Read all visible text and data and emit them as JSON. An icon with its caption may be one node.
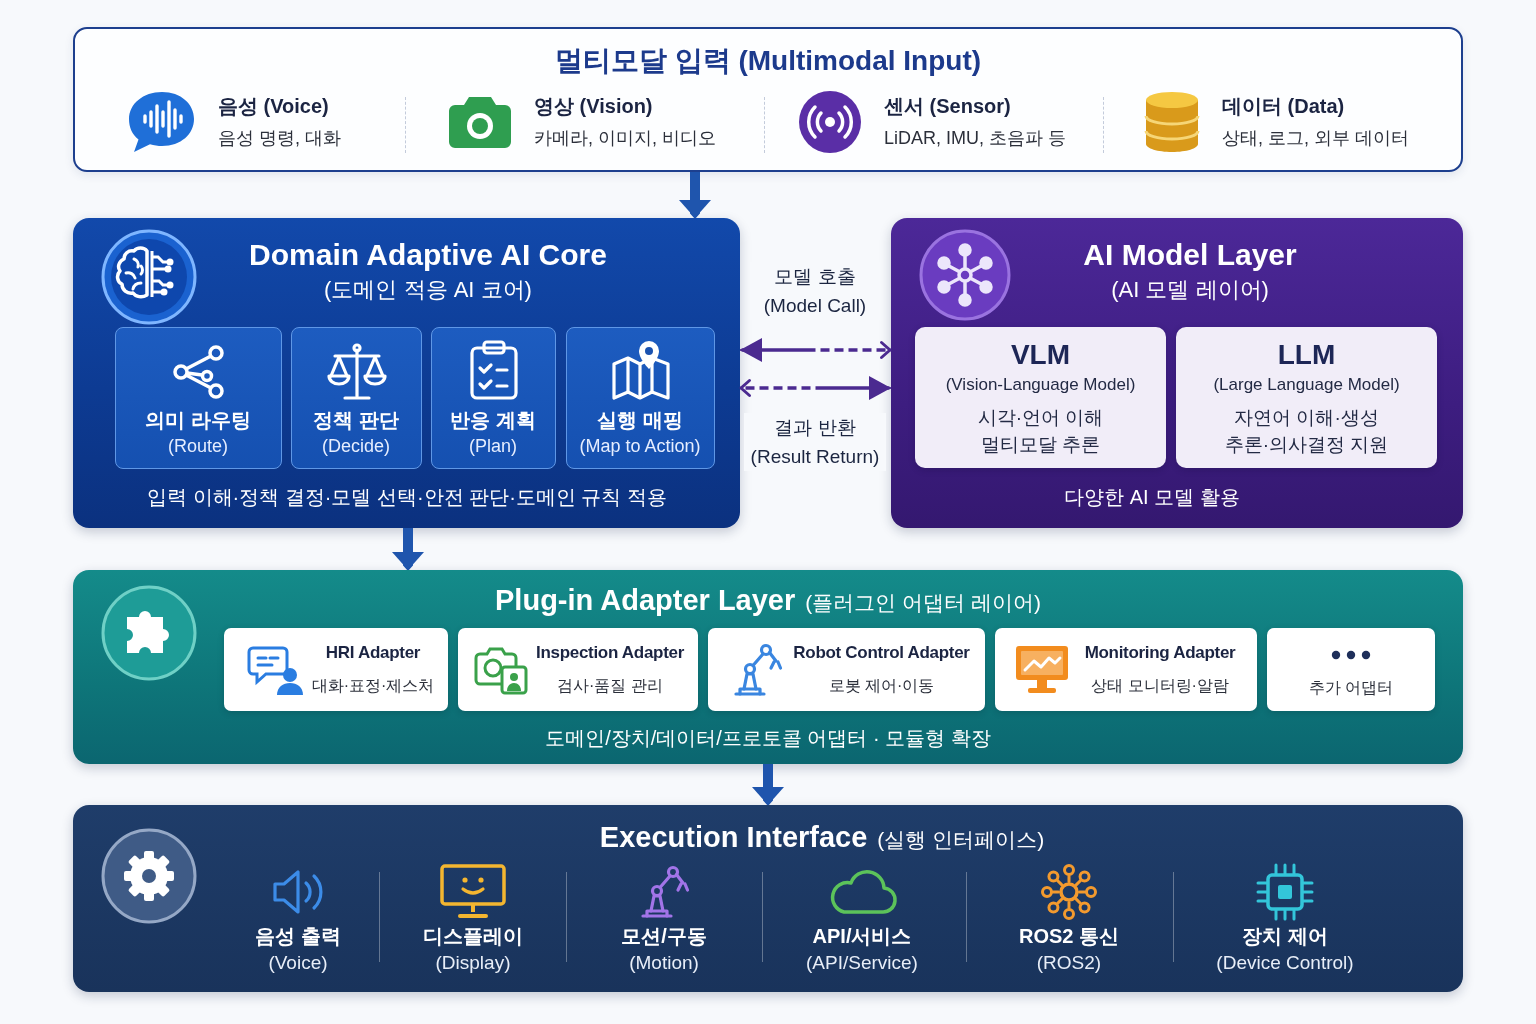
{
  "diagram": {
    "nodes": [
      {
        "text": [
          "멀티모달 입력 (Multimodal Input)"
        ]
      },
      {
        "text": [
          "음성 (Voice)",
          "음성 명령, 대화"
        ],
        "in": 0
      },
      {
        "text": [
          "영상 (Vision)",
          "카메라, 이미지, 비디오"
        ],
        "in": 0
      },
      {
        "text": [
          "센서 (Sensor)",
          "LiDAR, IMU, 초음파 등"
        ],
        "in": 0
      },
      {
        "text": [
          "데이터 (Data)",
          "상태, 로그, 외부 데이터"
        ],
        "in": 0
      },
      {
        "text": [
          "Domain Adaptive AI Core",
          "(도메인 적응 AI 코어)",
          "입력 이해·정책 결정·모델 선택·안전 판단·도메인 규칙 적용"
        ]
      },
      {
        "text": [
          "의미 라우팅",
          "(Route)"
        ],
        "in": 5
      },
      {
        "text": [
          "정책 판단",
          "(Decide)"
        ],
        "in": 5
      },
      {
        "text": [
          "반응 계획",
          "(Plan)"
        ],
        "in": 5
      },
      {
        "text": [
          "실행 매핑",
          "(Map to Action)"
        ],
        "in": 5
      },
      {
        "text": [
          "AI Model Layer",
          "(AI 모델 레이어)",
          "다양한 AI 모델 활용"
        ]
      },
      {
        "text": [
          "VLM",
          "(Vision-Language Model)",
          "시각·언어 이해",
          "멀티모달 추론"
        ],
        "in": 10
      },
      {
        "text": [
          "LLM",
          "(Large Language Model)",
          "자연어 이해·생성",
          "추론·의사결정 지원"
        ],
        "in": 10
      },
      {
        "text": [
          "Plug-in Adapter Layer",
          "(플러그인 어댑터 레이어)",
          "도메인/장치/데이터/프로토콜 어댑터 · 모듈형 확장"
        ]
      },
      {
        "text": [
          "HRI Adapter",
          "대화·표정·제스처"
        ],
        "in": 13
      },
      {
        "text": [
          "Inspection Adapter",
          "검사·품질 관리"
        ],
        "in": 13
      },
      {
        "text": [
          "Robot Control Adapter",
          "로봇 제어·이동"
        ],
        "in": 13
      },
      {
        "text": [
          "Monitoring Adapter",
          "상태 모니터링·알람"
        ],
        "in": 13
      },
      {
        "text": [
          "추가 어댑터"
        ],
        "in": 13
      },
      {
        "text": [
          "Execution Interface",
          "(실행 인터페이스)"
        ]
      },
      {
        "text": [
          "음성 출력",
          "(Voice)"
        ],
        "in": 19
      },
      {
        "text": [
          "디스플레이",
          "(Display)"
        ],
        "in": 19
      },
      {
        "text": [
          "모션/구동",
          "(Motion)"
        ],
        "in": 19
      },
      {
        "text": [
          "API/서비스",
          "(API/Service)"
        ],
        "in": 19
      },
      {
        "text": [
          "ROS2 통신",
          "(ROS2)"
        ],
        "in": 19
      },
      {
        "text": [
          "장치 제어",
          "(Device Control)"
        ],
        "in": 19
      }
    ],
    "edges": [
      {
        "from": 0,
        "to": 5,
        "arrow": "to"
      },
      {
        "from": 5,
        "to": 10,
        "arrow": "both",
        "label": "모델 호출 (Model Call)",
        "style": "dashed",
        "color": "#4b2a90"
      },
      {
        "from": 10,
        "to": 5,
        "arrow": "both",
        "label": "결과 반환 (Result Return)",
        "style": "dashed",
        "color": "#4b2a90"
      },
      {
        "from": 5,
        "to": 13,
        "arrow": "to"
      },
      {
        "from": 13,
        "to": 19,
        "arrow": "to"
      }
    ]
  }
}
